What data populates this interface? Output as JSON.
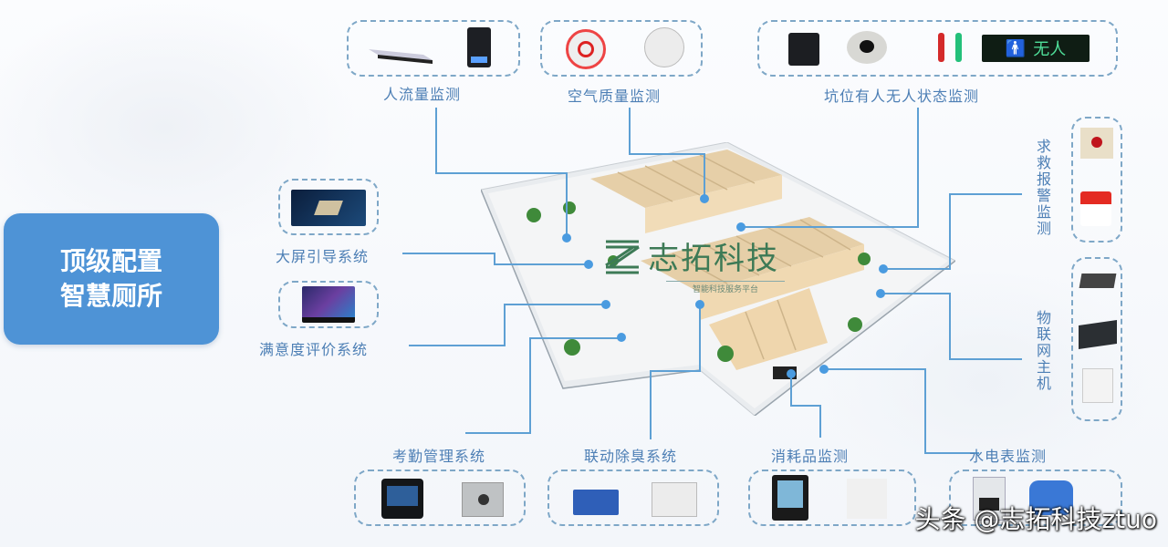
{
  "title": {
    "line1": "顶级配置",
    "line2": "智慧厕所"
  },
  "center_logo": {
    "name": "志拓科技",
    "subtitle": "智能科技服务平台"
  },
  "modules": {
    "people_flow": {
      "label": "人流量监测"
    },
    "air_quality": {
      "label": "空气质量监测"
    },
    "stall_occupancy": {
      "label": "坑位有人无人状态监测",
      "sign_text": "无人"
    },
    "emergency_alarm": {
      "label": "求救报警监测"
    },
    "iot_host": {
      "label": "物联网主机"
    },
    "big_screen": {
      "label": "大屏引导系统"
    },
    "satisfaction": {
      "label": "满意度评价系统"
    },
    "attendance": {
      "label": "考勤管理系统"
    },
    "deodorize": {
      "label": "联动除臭系统"
    },
    "consumables": {
      "label": "消耗品监测"
    },
    "utility_meter": {
      "label": "水电表监测"
    }
  },
  "watermark": "头条 @志拓科技ztuo",
  "colors": {
    "accent": "#4e93d6",
    "line": "#5ea0d4",
    "label": "#4d7fb5",
    "logo_green": "#3d7a56"
  }
}
